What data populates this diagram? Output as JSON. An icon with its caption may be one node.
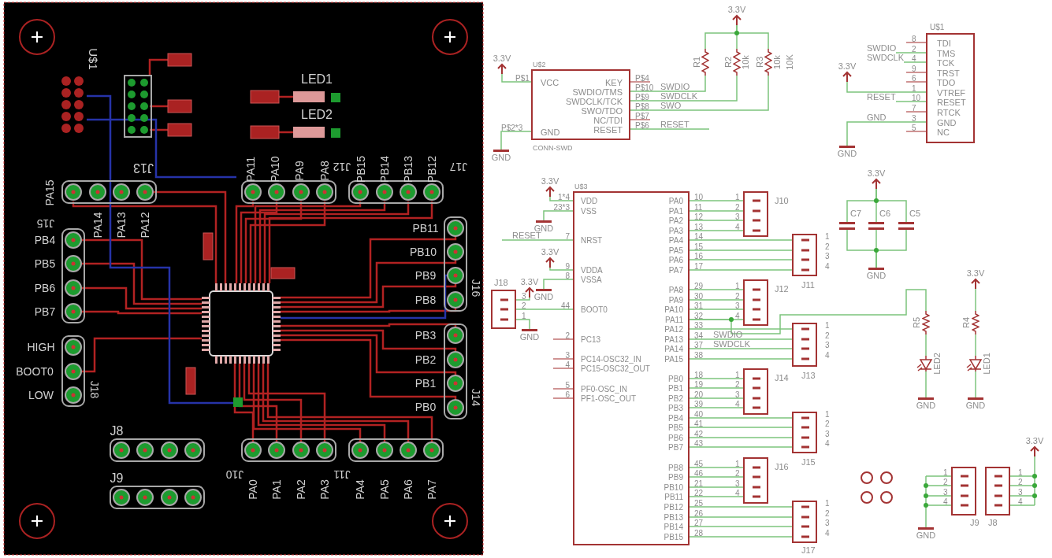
{
  "diagram": {
    "nodes": [
      {
        "text": [
          "3.3V"
        ]
      },
      {
        "text": [
          "VCC",
          "GND",
          "KEY",
          "SWDIO/TMS",
          "SWDCLK/TCK",
          "SWO/TDO",
          "NC/TDI",
          "RESET"
        ],
        "beside": [
          "U$2",
          "CONN-SWD",
          "P$1",
          "P$2*3",
          "P$4",
          "P$10",
          "P$9",
          "P$8",
          "P$7",
          "P$6"
        ]
      },
      {
        "text": [
          "GND"
        ]
      },
      {
        "text": [
          "3.3V"
        ]
      },
      {
        "text": [
          "R1"
        ]
      },
      {
        "text": [
          "R2",
          "10k"
        ]
      },
      {
        "text": [
          "R3",
          "10k"
        ],
        "beside": [
          "10K"
        ]
      },
      {
        "text": [
          "TDI",
          "TMS",
          "TCK",
          "TRST",
          "TDO",
          "VTREF",
          "RESET",
          "RTCK",
          "GND",
          "NC"
        ],
        "beside": [
          "U$1",
          "8",
          "2",
          "4",
          "9",
          "6",
          "1",
          "10",
          "7",
          "3",
          "5"
        ]
      },
      {
        "text": [
          "3.3V"
        ]
      },
      {
        "text": [
          "GND"
        ]
      },
      {
        "text": [
          "VDD",
          "VSS",
          "NRST",
          "VDDA",
          "VSSA",
          "BOOT0",
          "PC13",
          "PC14-OSC32_IN",
          "PC15-OSC32_OUT",
          "PF0-OSC_IN",
          "PF1-OSC_OUT",
          "PA0",
          "PA1",
          "PA2",
          "PA3",
          "PA4",
          "PA5",
          "PA6",
          "PA7",
          "PA8",
          "PA9",
          "PA10",
          "PA11",
          "PA12",
          "PA13",
          "PA14",
          "PA15",
          "PB0",
          "PB1",
          "PB2",
          "PB3",
          "PB4",
          "PB5",
          "PB6",
          "PB7",
          "PB8",
          "PB9",
          "PB10",
          "PB11",
          "PB12",
          "PB13",
          "PB14",
          "PB15"
        ],
        "beside": [
          "U$3",
          "1*4",
          "23*3",
          "7",
          "9",
          "8",
          "44",
          "2",
          "3",
          "4",
          "5",
          "6",
          "10",
          "11",
          "12",
          "13",
          "14",
          "15",
          "16",
          "17",
          "29",
          "30",
          "31",
          "32",
          "33",
          "34",
          "37",
          "38",
          "18",
          "19",
          "20",
          "39",
          "40",
          "41",
          "42",
          "43",
          "45",
          "46",
          "21",
          "22",
          "25",
          "26",
          "27",
          "28"
        ]
      },
      {
        "text": [
          "3.3V"
        ]
      },
      {
        "text": [
          "GND"
        ]
      },
      {
        "text": [
          "3.3V"
        ]
      },
      {
        "text": [
          "GND"
        ]
      },
      {
        "text": [
          "J18"
        ],
        "beside": [
          "3",
          "2",
          "1"
        ]
      },
      {
        "text": [
          "3.3V"
        ]
      },
      {
        "text": [
          "GND"
        ]
      },
      {
        "text": [
          "J10"
        ],
        "beside": [
          "1",
          "2",
          "3",
          "4"
        ]
      },
      {
        "text": [
          "J11"
        ],
        "beside": [
          "1",
          "2",
          "3",
          "4"
        ]
      },
      {
        "text": [
          "J12"
        ],
        "beside": [
          "1",
          "2",
          "3",
          "4"
        ]
      },
      {
        "text": [
          "J13"
        ],
        "beside": [
          "1",
          "2",
          "3",
          "4"
        ]
      },
      {
        "text": [
          "J14"
        ],
        "beside": [
          "1",
          "2",
          "3",
          "4"
        ]
      },
      {
        "text": [
          "J15"
        ],
        "beside": [
          "1",
          "2",
          "3",
          "4"
        ]
      },
      {
        "text": [
          "J16"
        ],
        "beside": [
          "1",
          "2",
          "3",
          "4"
        ]
      },
      {
        "text": [
          "J17"
        ],
        "beside": [
          "1",
          "2",
          "3",
          "4"
        ]
      },
      {
        "text": [
          "3.3V"
        ]
      },
      {
        "text": [
          "C7"
        ]
      },
      {
        "text": [
          "C6"
        ]
      },
      {
        "text": [
          "C5"
        ]
      },
      {
        "text": [
          "GND"
        ]
      },
      {
        "text": [
          "R5"
        ]
      },
      {
        "text": [
          "LED2"
        ]
      },
      {
        "text": [
          "GND"
        ]
      },
      {
        "text": [
          "3.3V"
        ]
      },
      {
        "text": [
          "R4"
        ]
      },
      {
        "text": [
          "LED1"
        ]
      },
      {
        "text": [
          "GND"
        ]
      },
      {
        "text": [
          "J9"
        ],
        "beside": [
          "1",
          "2",
          "3",
          "4"
        ]
      },
      {
        "text": [
          "J8"
        ],
        "beside": [
          "1",
          "2",
          "3",
          "4"
        ]
      },
      {
        "text": [
          "GND"
        ]
      },
      {
        "text": [
          "3.3V"
        ]
      },
      {
        "text": [
          "SWDIO"
        ]
      },
      {
        "text": [
          "SWDCLK"
        ]
      },
      {
        "text": [
          "RESET"
        ]
      }
    ],
    "edges": [
      {
        "from": 0,
        "to": 1,
        "arrow": "none"
      },
      {
        "from": 1,
        "to": 2,
        "arrow": "none"
      },
      {
        "from": 1,
        "to": 4,
        "arrow": "none"
      },
      {
        "from": 1,
        "to": 5,
        "arrow": "none"
      },
      {
        "from": 1,
        "to": 6,
        "arrow": "none"
      },
      {
        "from": 1,
        "to": null,
        "arrow": "none"
      },
      {
        "from": 3,
        "to": 4,
        "arrow": "none"
      },
      {
        "from": 3,
        "to": 5,
        "arrow": "none"
      },
      {
        "from": 3,
        "to": 6,
        "arrow": "none"
      },
      {
        "from": 42,
        "to": 7,
        "arrow": "none"
      },
      {
        "from": 43,
        "to": 7,
        "arrow": "none"
      },
      {
        "from": 8,
        "to": 7,
        "arrow": "none"
      },
      {
        "from": 44,
        "to": 7,
        "arrow": "none"
      },
      {
        "from": 7,
        "to": 9,
        "arrow": "none"
      },
      {
        "from": 11,
        "to": 10,
        "arrow": "none"
      },
      {
        "from": 10,
        "to": 12,
        "arrow": "none"
      },
      {
        "from": null,
        "to": 10,
        "arrow": "none"
      },
      {
        "from": 13,
        "to": 10,
        "arrow": "none"
      },
      {
        "from": 10,
        "to": 14,
        "arrow": "none"
      },
      {
        "from": 15,
        "to": 10,
        "arrow": "none"
      },
      {
        "from": 16,
        "to": 15,
        "arrow": "none"
      },
      {
        "from": 15,
        "to": 17,
        "arrow": "none"
      },
      {
        "from": 10,
        "to": 18,
        "arrow": "none"
      },
      {
        "from": 10,
        "to": 18,
        "arrow": "none"
      },
      {
        "from": 10,
        "to": 18,
        "arrow": "none"
      },
      {
        "from": 10,
        "to": 18,
        "arrow": "none"
      },
      {
        "from": 10,
        "to": 19,
        "arrow": "none"
      },
      {
        "from": 10,
        "to": 19,
        "arrow": "none"
      },
      {
        "from": 10,
        "to": 19,
        "arrow": "none"
      },
      {
        "from": 10,
        "to": 19,
        "arrow": "none"
      },
      {
        "from": 10,
        "to": 20,
        "arrow": "none"
      },
      {
        "from": 10,
        "to": 20,
        "arrow": "none"
      },
      {
        "from": 10,
        "to": 20,
        "arrow": "none"
      },
      {
        "from": 10,
        "to": 20,
        "arrow": "none"
      },
      {
        "from": 10,
        "to": 31,
        "arrow": "none"
      },
      {
        "from": 10,
        "to": 21,
        "arrow": "none"
      },
      {
        "from": 10,
        "to": 21,
        "arrow": "none"
      },
      {
        "from": 10,
        "to": 21,
        "arrow": "none"
      },
      {
        "from": 10,
        "to": 21,
        "arrow": "none"
      },
      {
        "from": 10,
        "to": 22,
        "arrow": "none"
      },
      {
        "from": 10,
        "to": 22,
        "arrow": "none"
      },
      {
        "from": 10,
        "to": 22,
        "arrow": "none"
      },
      {
        "from": 10,
        "to": 22,
        "arrow": "none"
      },
      {
        "from": 10,
        "to": 23,
        "arrow": "none"
      },
      {
        "from": 10,
        "to": 23,
        "arrow": "none"
      },
      {
        "from": 10,
        "to": 23,
        "arrow": "none"
      },
      {
        "from": 10,
        "to": 23,
        "arrow": "none"
      },
      {
        "from": 10,
        "to": 24,
        "arrow": "none"
      },
      {
        "from": 10,
        "to": 24,
        "arrow": "none"
      },
      {
        "from": 10,
        "to": 24,
        "arrow": "none"
      },
      {
        "from": 10,
        "to": 24,
        "arrow": "none"
      },
      {
        "from": 10,
        "to": 25,
        "arrow": "none"
      },
      {
        "from": 10,
        "to": 25,
        "arrow": "none"
      },
      {
        "from": 10,
        "to": 25,
        "arrow": "none"
      },
      {
        "from": 10,
        "to": 25,
        "arrow": "none"
      },
      {
        "from": 26,
        "to": 27,
        "arrow": "none"
      },
      {
        "from": 26,
        "to": 28,
        "arrow": "none"
      },
      {
        "from": 26,
        "to": 29,
        "arrow": "none"
      },
      {
        "from": 27,
        "to": 30,
        "arrow": "none"
      },
      {
        "from": 28,
        "to": 30,
        "arrow": "none"
      },
      {
        "from": 29,
        "to": 30,
        "arrow": "none"
      },
      {
        "from": 31,
        "to": 32,
        "arrow": "none"
      },
      {
        "from": 32,
        "to": 33,
        "arrow": "none"
      },
      {
        "from": 34,
        "to": 35,
        "arrow": "none"
      },
      {
        "from": 35,
        "to": 36,
        "arrow": "none"
      },
      {
        "from": 36,
        "to": 37,
        "arrow": "none"
      },
      {
        "from": 38,
        "to": 40,
        "arrow": "none"
      },
      {
        "from": 39,
        "to": 41,
        "arrow": "none"
      }
    ],
    "labels": [
      "U$1",
      "LED1",
      "LED2",
      "J13",
      "PA11",
      "PA10",
      "PA9",
      "PA8",
      "J12",
      "PB15",
      "PB14",
      "PB13",
      "PB12",
      "J17",
      "PA15",
      "J15",
      "PA14",
      "PA13",
      "PA12",
      "PB11",
      "PB4",
      "PB10",
      "PB5",
      "PB9",
      "PB6",
      "PB8",
      "J16",
      "PB7",
      "PB3",
      "HIGH",
      "PB2",
      "BOOT0",
      "J18",
      "PB1",
      "LOW",
      "PB0",
      "J14",
      "J8",
      "J9",
      "J10",
      "J11",
      "PA0",
      "PA1",
      "PA2",
      "PA3",
      "PA4",
      "PA5",
      "PA6",
      "PA7",
      "SWDIO",
      "SWDCLK",
      "SWO",
      "RESET",
      "GND",
      "RESET",
      "SWDIO",
      "SWDCLK"
    ]
  }
}
